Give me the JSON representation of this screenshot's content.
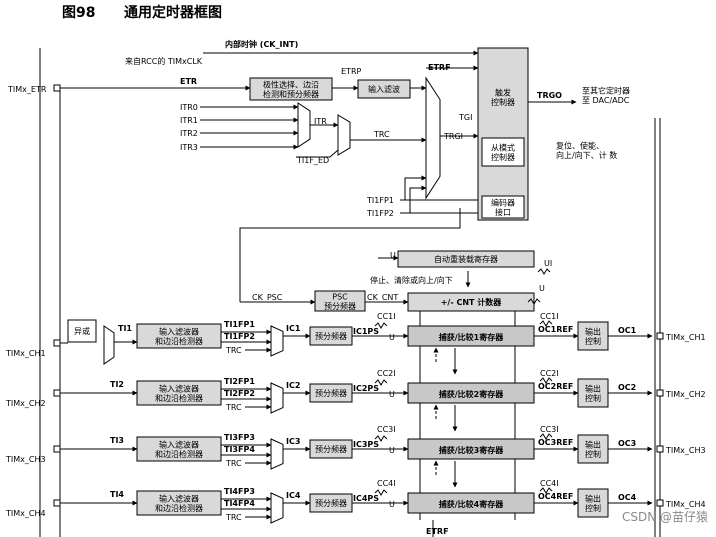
{
  "figure": {
    "number": "图98",
    "title": "通用定时器框图"
  },
  "watermark": "CSDN @苗仔猿",
  "colors": {
    "line": "#000000",
    "block": "#d9d9d9",
    "regband": "#c8c8c8",
    "background": "#ffffff",
    "watermark": "#8a8a8a"
  },
  "pins": {
    "etr": "TIMx_ETR",
    "ch1": "TIMx_CH1",
    "ch2": "TIMx_CH2",
    "ch3": "TIMx_CH3",
    "ch4": "TIMx_CH4"
  },
  "signals": {
    "ck_int": "内部时钟 (CK_INT)",
    "timxclk": "来自RCC的 TIMxCLK",
    "etr": "ETR",
    "etrp": "ETRP",
    "etrf": "ETRF",
    "itr0": "ITR0",
    "itr1": "ITR1",
    "itr2": "ITR2",
    "itr3": "ITR3",
    "itr": "ITR",
    "trc": "TRC",
    "tgi": "TGI",
    "trgi": "TRGI",
    "ti1f_ed": "TI1F_ED",
    "ti1fp1": "TI1FP1",
    "ti1fp2": "TI1FP2",
    "trgo": "TRGO",
    "trgo_dest": "至其它定时器\n至 DAC/ADC",
    "reset_enable": "复位、使能、\n向上/向下、计 数",
    "ck_psc": "CK_PSC",
    "ck_cnt": "CK_CNT",
    "u": "U",
    "ui": "UI",
    "stop_text": "停止、清除或向上/向下",
    "ti1": "TI1",
    "ti2": "TI2",
    "ti3": "TI3",
    "ti4": "TI4",
    "ti2fp1": "TI2FP1",
    "ti2fp2": "TI2FP2",
    "ti3fp3": "TI3FP3",
    "ti3fp4": "TI3FP4",
    "ti4fp3": "TI4FP3",
    "ti4fp4": "TI4FP4",
    "ic1": "IC1",
    "ic2": "IC2",
    "ic3": "IC3",
    "ic4": "IC4",
    "ic1ps": "IC1PS",
    "ic2ps": "IC2PS",
    "ic3ps": "IC3PS",
    "ic4ps": "IC4PS",
    "cc1i": "CC1I",
    "cc2i": "CC2I",
    "cc3i": "CC3I",
    "cc4i": "CC4I",
    "oc1ref": "OC1REF",
    "oc2ref": "OC2REF",
    "oc3ref": "OC3REF",
    "oc4ref": "OC4REF",
    "oc1": "OC1",
    "oc2": "OC2",
    "oc3": "OC3",
    "oc4": "OC4"
  },
  "blocks": {
    "polarity": "极性选择、边沿\n检测和预分频器",
    "input_filter": "输入滤波",
    "trigger_ctrl": "触发\n控制器",
    "slave_mode": "从模式\n控制器",
    "encoder": "编码器\n接口",
    "autoreload": "自动重装载寄存器",
    "psc": "PSC\n预分频器",
    "cnt": "+/-    CNT 计数器",
    "xor": "异或",
    "in_filter_edge": "输入滤波器\n和边沿检测器",
    "prescaler": "预分频器",
    "capcomp1": "捕获/比较1寄存器",
    "capcomp2": "捕获/比较2寄存器",
    "capcomp3": "捕获/比较3寄存器",
    "capcomp4": "捕获/比较4寄存器",
    "out_ctrl": "输出\n控制"
  }
}
